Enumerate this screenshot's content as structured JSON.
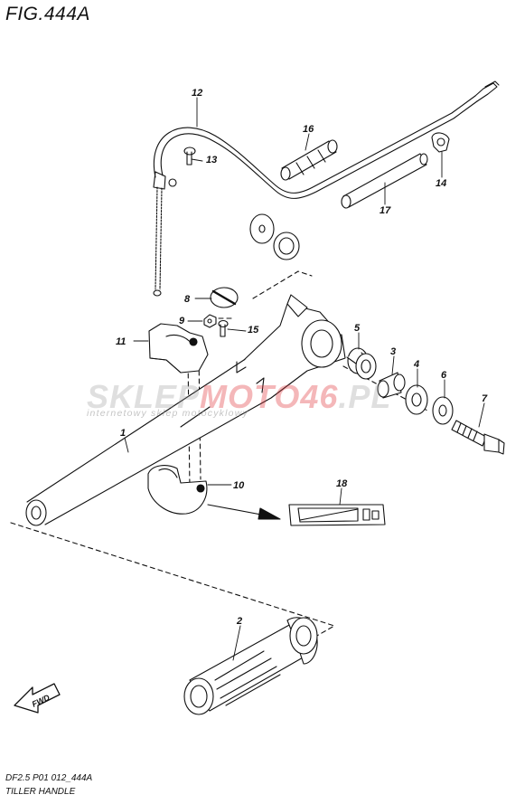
{
  "figure": {
    "title": "FIG.444A"
  },
  "labels": {
    "p1": "1",
    "p2": "2",
    "p3": "3",
    "p4": "4",
    "p5": "5",
    "p6": "6",
    "p7": "7",
    "p8": "8",
    "p9": "9",
    "p10": "10",
    "p11": "11",
    "p12": "12",
    "p13": "13",
    "p14": "14",
    "p15": "15",
    "p16": "16",
    "p17": "17",
    "p18": "18"
  },
  "badge": {
    "fwd": "FWD"
  },
  "watermark": {
    "main_prefix": "SKLEP",
    "main_highlight": "MOTO46",
    "main_suffix": ".PL",
    "sub": "internetowy sklep motocyklowy",
    "highlight_color": "#e2353a"
  },
  "footer": {
    "code": "DF2.5 P01 012_444A",
    "name": "TILLER HANDLE"
  }
}
